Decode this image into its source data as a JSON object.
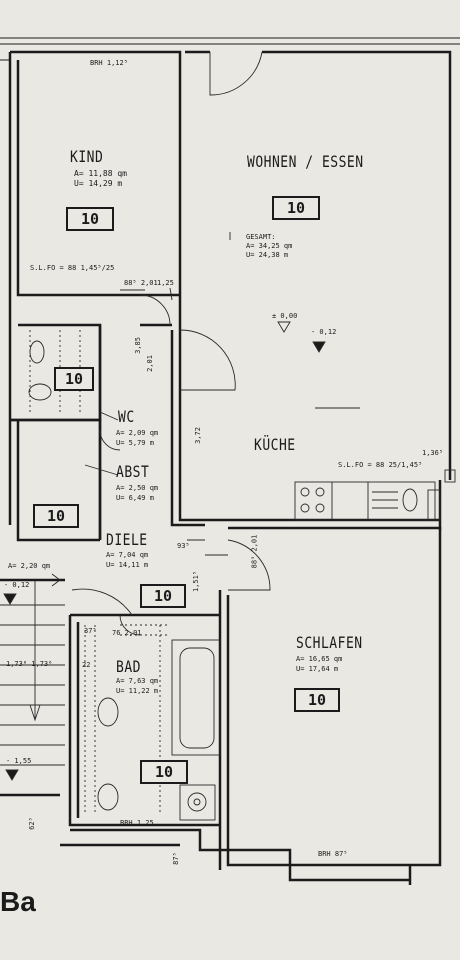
{
  "rooms": {
    "kind": {
      "name": "KIND",
      "a": "A= 11,88 qm",
      "u": "U= 14,29 m",
      "code": "10"
    },
    "wohnen": {
      "name": "WOHNEN / ESSEN",
      "gesamt": "GESAMT:",
      "a": "A= 34,25 qm",
      "u": "U= 24,38 m",
      "code": "10"
    },
    "kueche": {
      "name": "KÜCHE"
    },
    "wc": {
      "name": "WC",
      "a": "A= 2,09 qm",
      "u": "U= 5,79 m",
      "code": "10"
    },
    "abst": {
      "name": "ABST",
      "a": "A= 2,50 qm",
      "u": "U= 6,49 m",
      "code": "10"
    },
    "diele": {
      "name": "DIELE",
      "a": "A= 7,04 qm",
      "u": "U= 14,11 m",
      "code": "10"
    },
    "bad": {
      "name": "BAD",
      "a": "A= 7,63 qm",
      "u": "U= 11,22 m",
      "code": "10"
    },
    "schlafen": {
      "name": "SCHLAFEN",
      "a": "A= 16,65 qm",
      "u": "U= 17,64 m",
      "code": "10"
    }
  },
  "dimensions": {
    "brh_kind": "BRH 1,12⁵",
    "sl_kind": "S.L.FO = 88 1,45⁵/25",
    "sl_kueche": "S.L.FO = 88  25/1,45⁵",
    "brh_bad": "BRH 1,25",
    "brh_schlafen": "BRH 87⁵",
    "d_88_201": "88⁵ 2,01",
    "d_125": "1,25",
    "d_385": "3,85",
    "d_201b": "2,01",
    "d_372": "3,72",
    "d_1365": "1,36⁵",
    "d_935": "93⁵",
    "d_1515": "1,51⁵",
    "d_885_201": "88⁵ 2,01",
    "d_375": "37⁵",
    "d_76_201": "76 2,01",
    "d_22": "22",
    "d_625": "62⁵",
    "d_875": "87⁵",
    "d_a220": "A= 2,20 qm",
    "d_1736": "1,73⁶ 1,73⁶"
  },
  "levels": {
    "zero": "± 0,00",
    "minus012": "- 0,12",
    "minus012b": "- 0,12",
    "minus155": "- 1,55"
  },
  "fragment": "Ba"
}
